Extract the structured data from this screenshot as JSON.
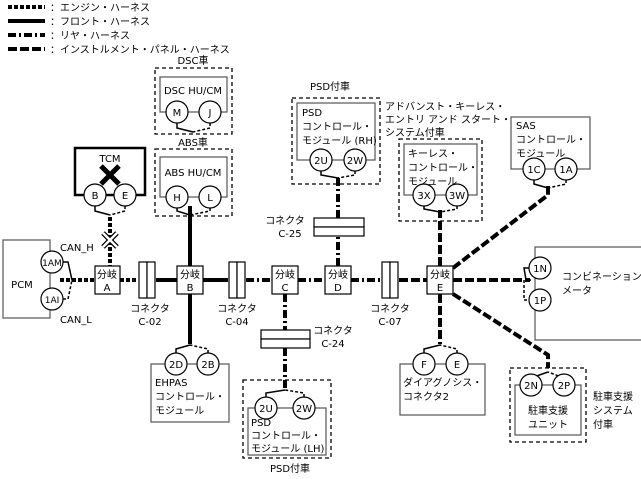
{
  "legend": [
    {
      "style": "engine",
      "label": "：エンジン・ハーネス"
    },
    {
      "style": "front",
      "label": "：フロント・ハーネス"
    },
    {
      "style": "rear",
      "label": "：リヤ・ハーネス"
    },
    {
      "style": "instrument",
      "label": "：インストルメント・パネル・ハーネス"
    }
  ],
  "dsc": {
    "cond": "DSC車",
    "name": "DSC HU/CM",
    "pins": [
      "M",
      "J"
    ]
  },
  "abs": {
    "cond": "ABS車",
    "name": "ABS HU/CM",
    "pins": [
      "H",
      "L"
    ]
  },
  "tcm": {
    "name": "TCM",
    "pins": [
      "B",
      "E"
    ],
    "status": "x-mark-icon"
  },
  "pcm": {
    "name": "PCM",
    "pins": [
      "1AM",
      "1AI"
    ],
    "can_h": "CAN_H",
    "can_l": "CAN_L"
  },
  "branches": [
    {
      "label": "分岐",
      "id": "A"
    },
    {
      "label": "分岐",
      "id": "B"
    },
    {
      "label": "分岐",
      "id": "C"
    },
    {
      "label": "分岐",
      "id": "D"
    },
    {
      "label": "分岐",
      "id": "E"
    }
  ],
  "connectors": [
    {
      "label": "コネクタ",
      "id": "C-02"
    },
    {
      "label": "コネクタ",
      "id": "C-04"
    },
    {
      "label": "コネクタ",
      "id": "C-07"
    },
    {
      "label": "コネクタ",
      "id": "C-25"
    },
    {
      "label": "コネクタ",
      "id": "C-24"
    }
  ],
  "psd_rh": {
    "cond": "PSD付車",
    "lines": [
      "PSD",
      "コントロール・",
      "モジュール (RH)"
    ],
    "pins": [
      "2U",
      "2W"
    ]
  },
  "keyless": {
    "cond": [
      "アドバンスト・キーレス・",
      "エントリ アンド スタート・",
      "システム付車"
    ],
    "lines": [
      "キーレス・",
      "コントロール・",
      "モジュール"
    ],
    "pins": [
      "3X",
      "3W"
    ]
  },
  "sas": {
    "lines": [
      "SAS",
      "コントロール・",
      "モジュール"
    ],
    "pins": [
      "1C",
      "1A"
    ]
  },
  "meter": {
    "lines": [
      "コンビネーション・",
      "メータ"
    ],
    "pins": [
      "1N",
      "1P"
    ]
  },
  "ehpas": {
    "lines": [
      "EHPAS",
      "コントロール・",
      "モジュール"
    ],
    "pins": [
      "2D",
      "2B"
    ]
  },
  "psd_lh": {
    "cond": "PSD付車",
    "lines": [
      "PSD",
      "コントロール・",
      "モジュール (LH)"
    ],
    "pins": [
      "2U",
      "2W"
    ]
  },
  "diag": {
    "lines": [
      "ダイアグノシス・",
      "コネクタ2"
    ],
    "pins": [
      "F",
      "E"
    ]
  },
  "parking": {
    "cond": [
      "駐車支援",
      "システム",
      "付車"
    ],
    "lines": [
      "駐車支援",
      "ユニット"
    ],
    "pins": [
      "2N",
      "2P"
    ]
  }
}
